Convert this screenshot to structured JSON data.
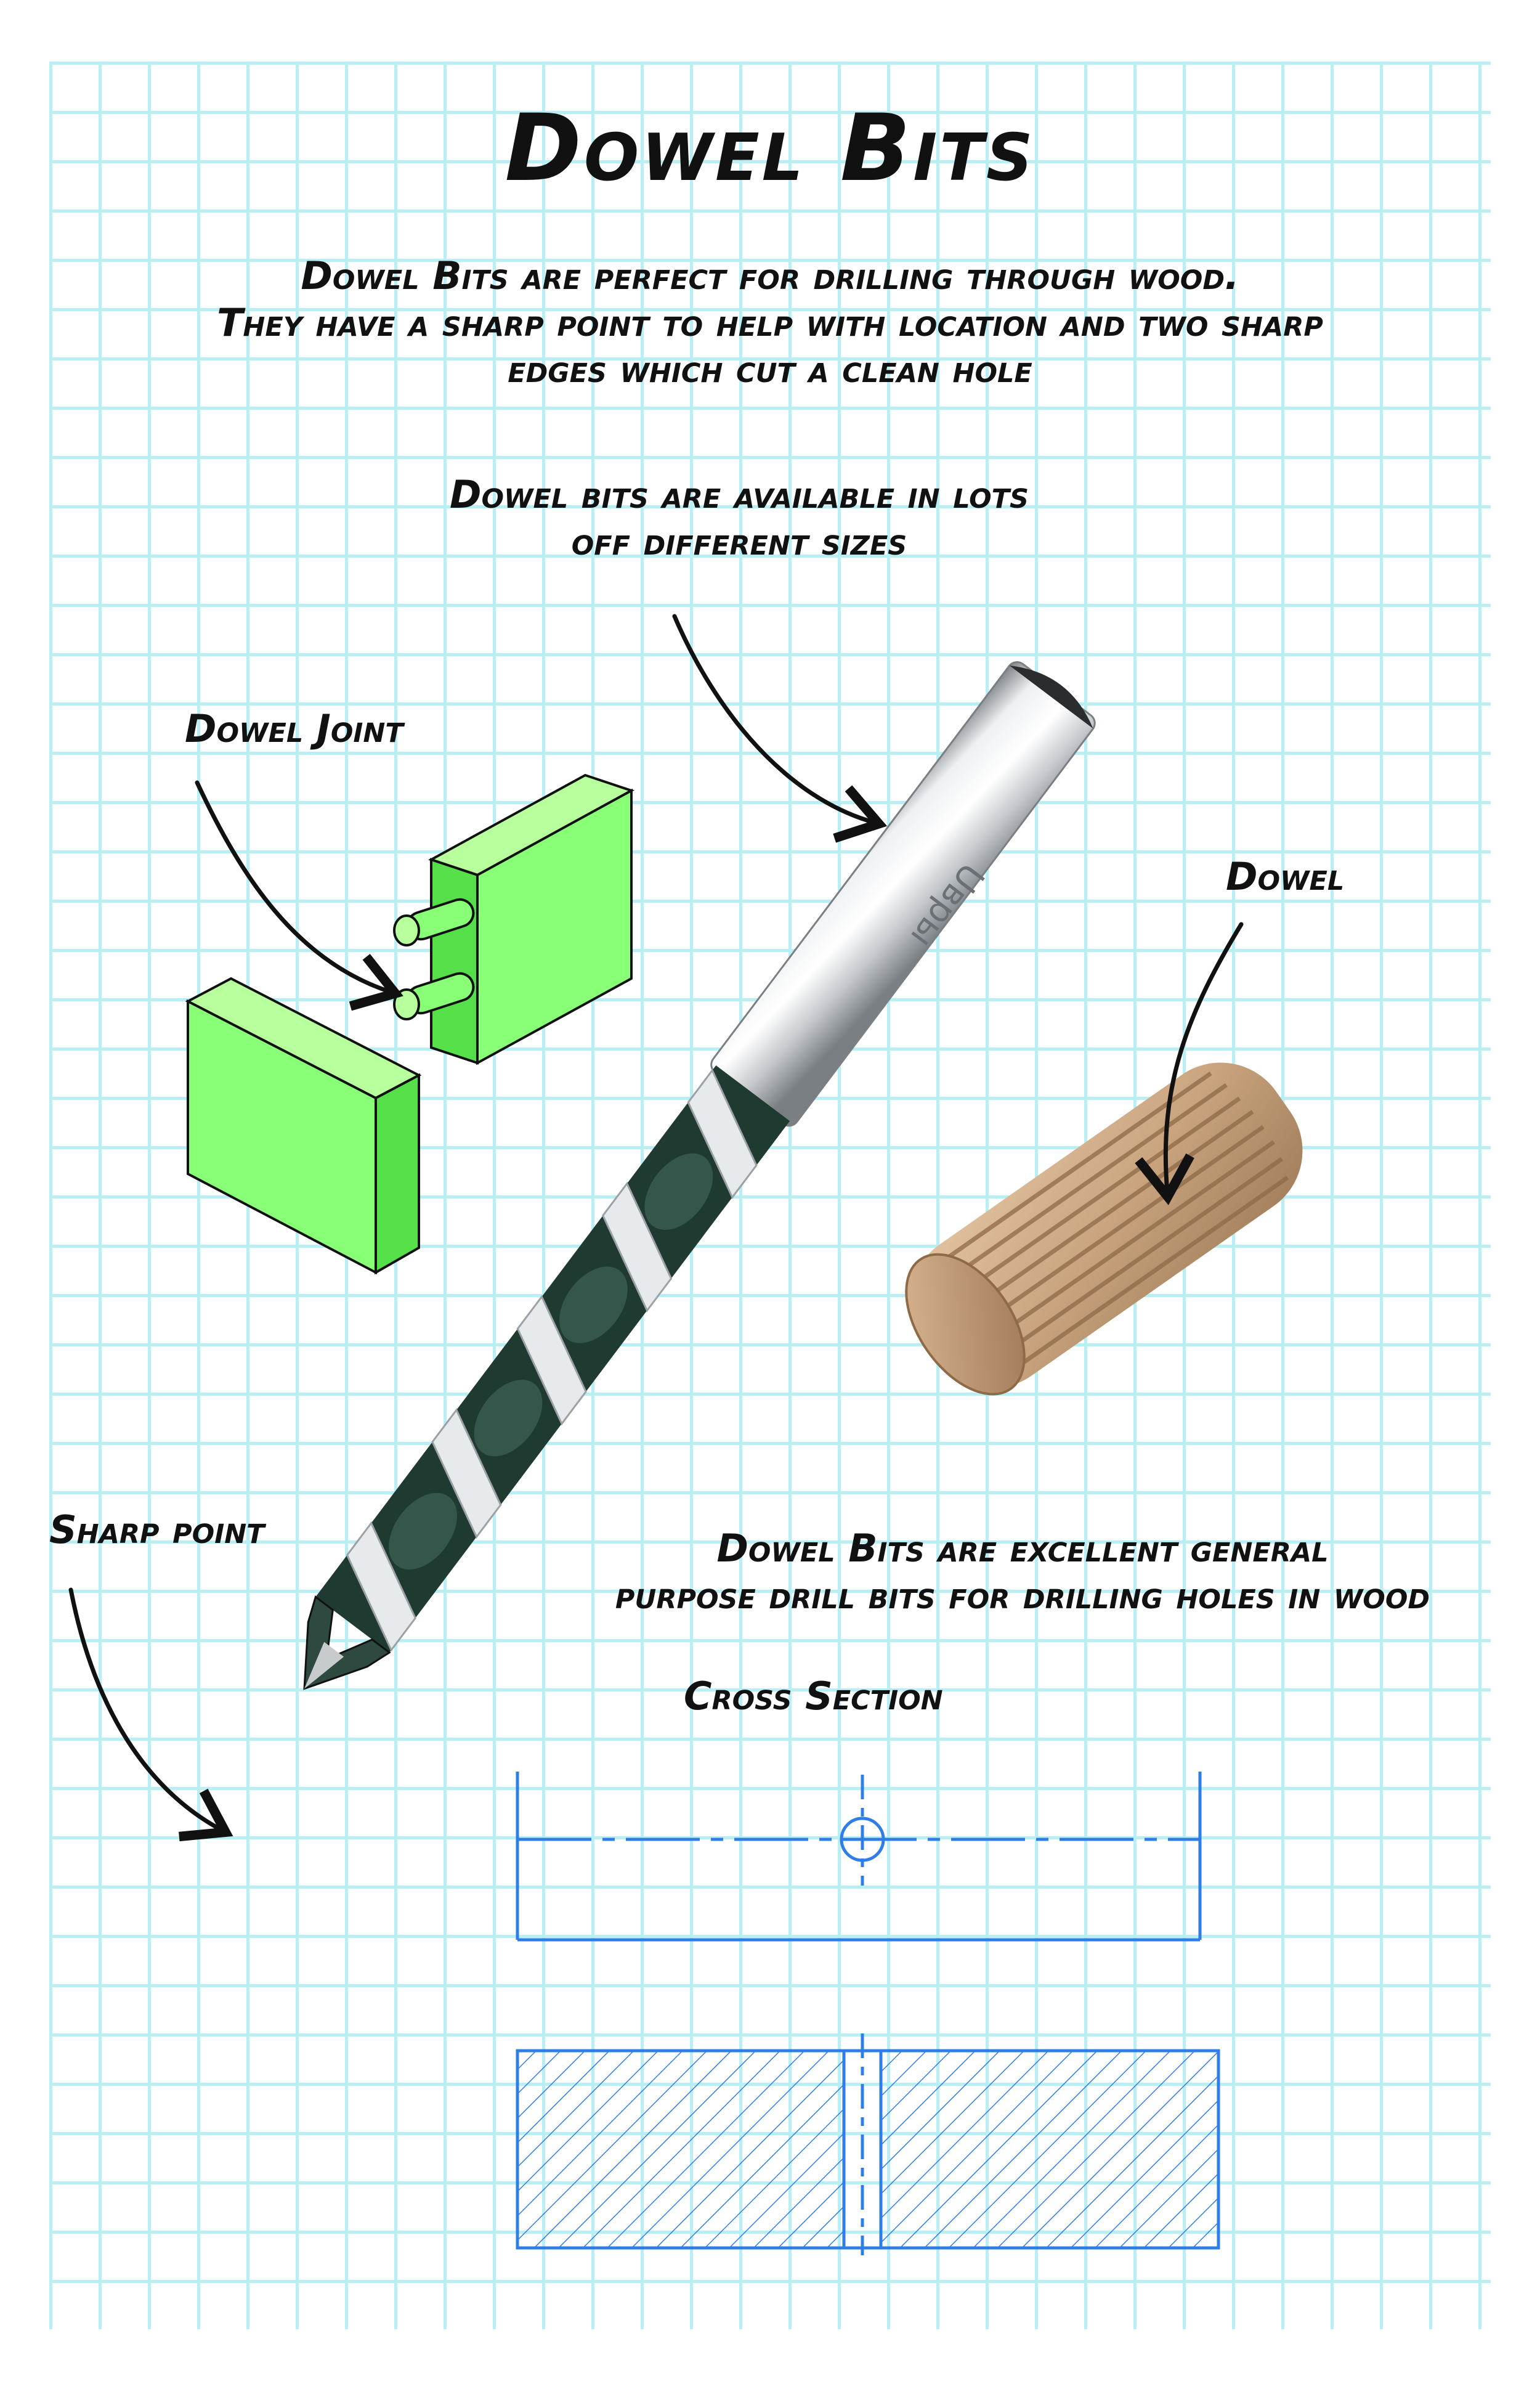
{
  "title": "Dowel Bits",
  "intro": [
    "Dowel Bits are perfect for drilling through wood.",
    "They have a sharp point to help with location and two sharp",
    "edges which cut a clean hole"
  ],
  "sizes_note": [
    "Dowel bits are available in lots",
    "off different sizes"
  ],
  "labels": {
    "dowel_joint": "Dowel Joint",
    "dowel": "Dowel",
    "sharp_point": "Sharp point",
    "cross_section": "Cross Section"
  },
  "general_note": [
    "Dowel Bits are excellent general",
    "purpose drill bits for drilling holes in wood"
  ],
  "shank_marking": "Uвры",
  "colors": {
    "grid_line": "#b8eff4",
    "joint_block": "#88ff77",
    "dowel_wood": "#c9a47f",
    "drill_silver": "#d4d7da",
    "drill_flute": "#1f3a30",
    "drawing_blue": "#2f7de6"
  },
  "icons": [
    "drill-bit-icon",
    "dowel-icon",
    "dowel-joint-icon"
  ]
}
